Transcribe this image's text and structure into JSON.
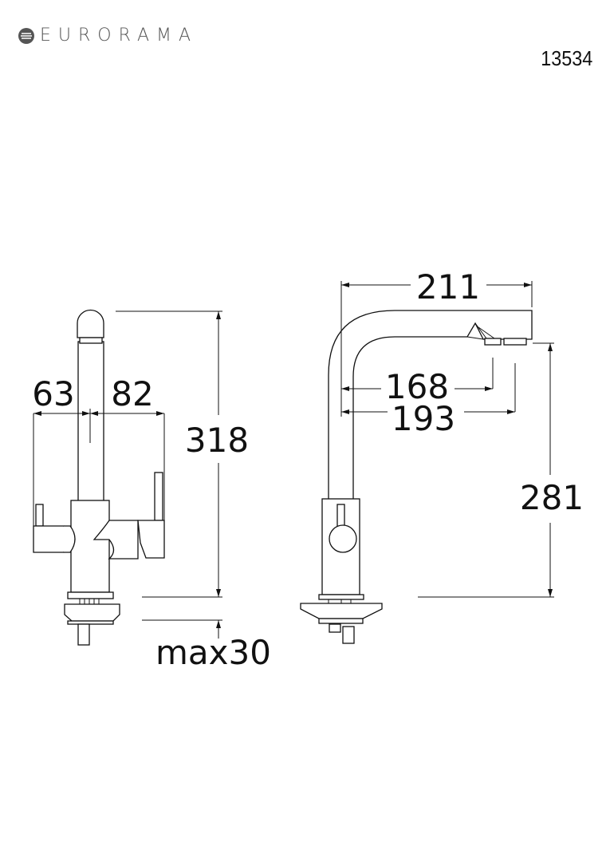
{
  "brand": {
    "name": "EURORAMA",
    "icon": "eurorama-logo-icon"
  },
  "product_code": "13534",
  "dimensions": {
    "left_offset": "63",
    "right_offset": "82",
    "total_height": "318",
    "max_deck_thickness": "max30",
    "spout_reach": "211",
    "outlet_1_reach": "168",
    "outlet_2_reach": "193",
    "outlet_height": "281"
  },
  "colors": {
    "line": "#111111",
    "logo": "#555555"
  }
}
